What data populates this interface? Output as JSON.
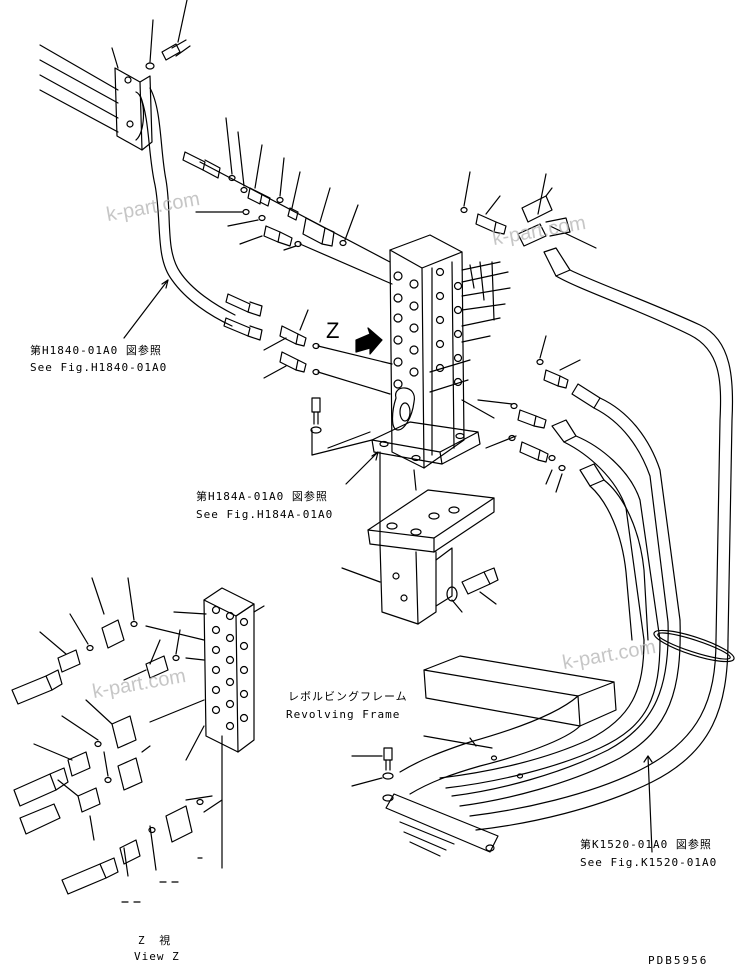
{
  "watermark": "k-part.com",
  "z_mark": "Z",
  "refs": {
    "h1840": {
      "jp": "第H1840-01A0 図参照",
      "en": "See Fig.H1840-01A0"
    },
    "h184a": {
      "jp": "第H184A-01A0 図参照",
      "en": "See Fig.H184A-01A0"
    },
    "k1520": {
      "jp": "第K1520-01A0 図参照",
      "en": "See Fig.K1520-01A0"
    }
  },
  "revolving_frame": {
    "jp": "レボルビングフレーム",
    "en": "Revolving Frame"
  },
  "view_z": {
    "jp": "Z 視",
    "en": "View Z"
  },
  "drawing_code": "PDB5956",
  "colors": {
    "line": "#000000",
    "watermark": "#b9b9b9"
  }
}
